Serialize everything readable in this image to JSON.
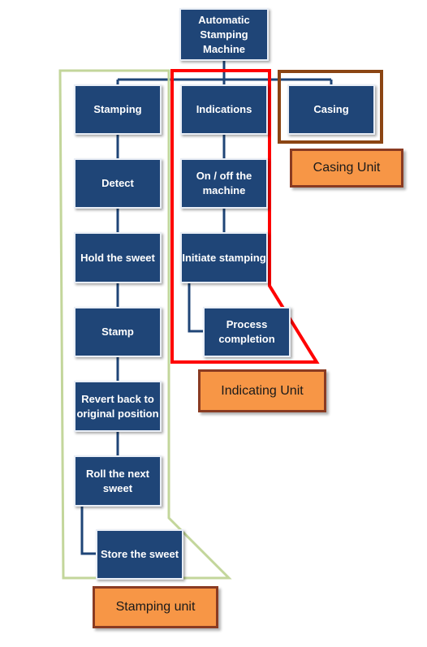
{
  "nodes": {
    "root": "Automatic\nStamping\nMachine",
    "stamping": "Stamping",
    "detect": "Detect",
    "hold": "Hold the sweet",
    "stamp": "Stamp",
    "revert": "Revert back to\noriginal position",
    "roll": "Roll the next\nsweet",
    "store": "Store the sweet",
    "indications": "Indications",
    "onoff": "On / off the\nmachine",
    "initiate": "Initiate  stamping",
    "process": "Process\ncompletion",
    "casing": "Casing"
  },
  "units": {
    "casing_unit": "Casing Unit",
    "indicating_unit": "Indicating Unit",
    "stamping_unit": "Stamping unit"
  },
  "colors": {
    "node_fill": "#1f4577",
    "connector": "#1f4577",
    "stamping_outline": "#c3d69b",
    "indicating_outline": "#ff0000",
    "casing_outline": "#8b4513",
    "label_fill": "#f79646",
    "label_border": "#8a3b22"
  }
}
